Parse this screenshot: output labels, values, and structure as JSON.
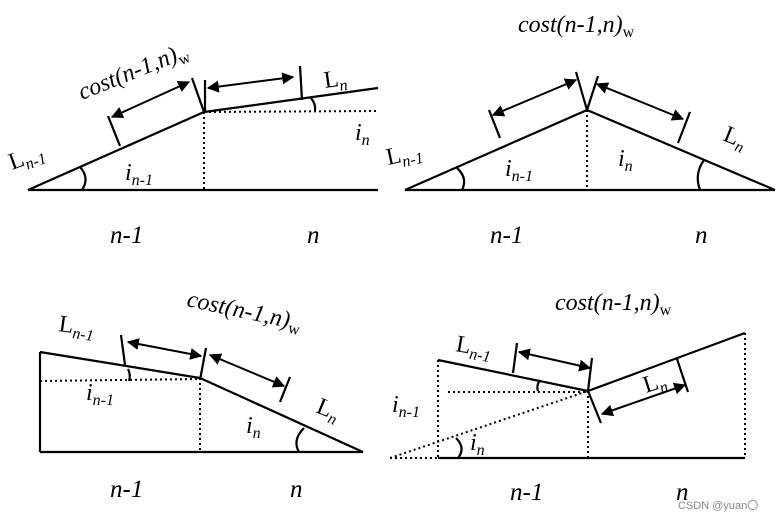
{
  "panels": [
    {
      "cost": {
        "main": "cost(n-1,n)",
        "sub": "w"
      },
      "L_prev": {
        "main": "L",
        "sub": "n-1"
      },
      "L_n": {
        "main": "L",
        "sub": "n"
      },
      "i_prev": {
        "main": "i",
        "sub": "n-1"
      },
      "i_n": {
        "main": "i",
        "sub": "n"
      },
      "x_prev": "n-1",
      "x_n": "n"
    },
    {
      "cost": {
        "main": "cost(n-1,n)",
        "sub": "w"
      },
      "L_prev": {
        "main": "L",
        "sub": "n-1"
      },
      "L_n": {
        "main": "L",
        "sub": "n"
      },
      "i_prev": {
        "main": "i",
        "sub": "n-1"
      },
      "i_n": {
        "main": "i",
        "sub": "n"
      },
      "x_prev": "n-1",
      "x_n": "n"
    },
    {
      "cost": {
        "main": "cost(n-1,n)",
        "sub": "w"
      },
      "L_prev": {
        "main": "L",
        "sub": "n-1"
      },
      "L_n": {
        "main": "L",
        "sub": "n"
      },
      "i_prev": {
        "main": "i",
        "sub": "n-1"
      },
      "i_n": {
        "main": "i",
        "sub": "n"
      },
      "x_prev": "n-1",
      "x_n": "n"
    },
    {
      "cost": {
        "main": "cost(n-1,n)",
        "sub": "w"
      },
      "L_prev": {
        "main": "L",
        "sub": "n-1"
      },
      "L_n": {
        "main": "L",
        "sub": "n"
      },
      "i_prev": {
        "main": "i",
        "sub": "n-1"
      },
      "i_n": {
        "main": "i",
        "sub": "n"
      },
      "x_prev": "n-1",
      "x_n": "n"
    }
  ],
  "watermark": "CSDN @yuan〇"
}
